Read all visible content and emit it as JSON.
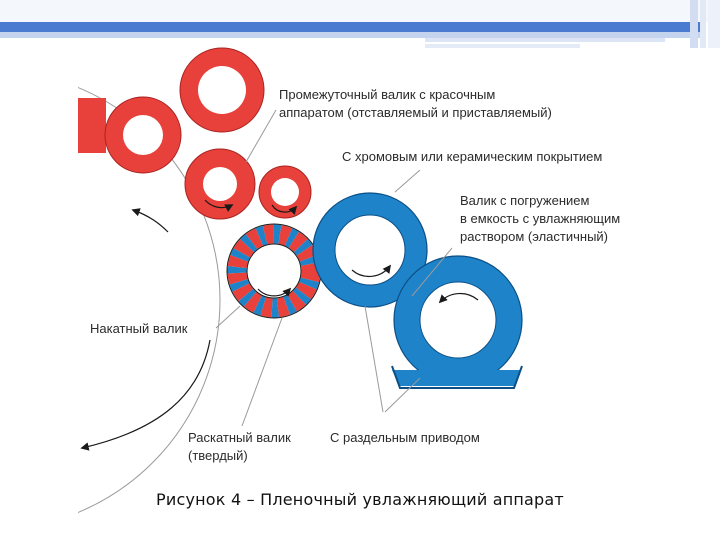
{
  "labels": {
    "intermediate_roller": "Промежуточный валик с красочным аппаратом (отставляемый и приставляемый)",
    "chrome_ceramic": "С хромовым или керамическим покрытием",
    "immersion_roller": "Валик с погружением в емкость с увлажняющим раствором (эластичный)",
    "form_roller": "Накатный валик",
    "distributor_roller": "Раскатный валик (твердый)",
    "separate_drive": "С раздельным приводом"
  },
  "caption": "Рисунок 4 – Пленочный увлажняющий аппарат",
  "colors": {
    "red": "#e8403a",
    "blue": "#1e83c8",
    "dark_blue": "#0b4f86",
    "header_blue": "#3f6fc4"
  }
}
